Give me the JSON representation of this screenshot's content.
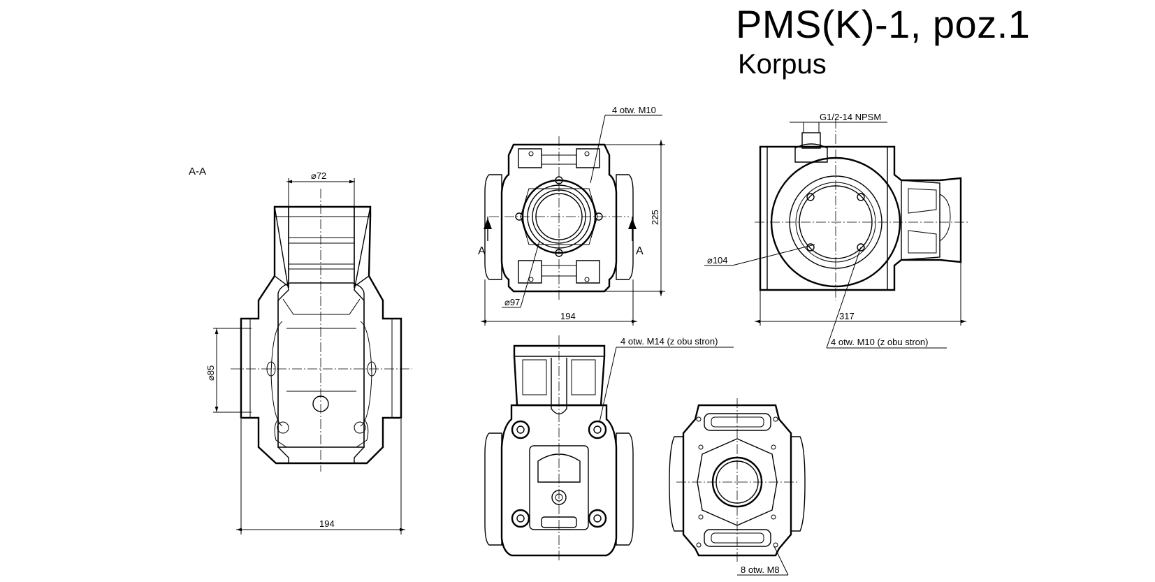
{
  "title": {
    "main": "PMS(K)-1, poz.1",
    "sub": "Korpus"
  },
  "section_label": "A-A",
  "section_markers": [
    "A",
    "A"
  ],
  "dimensions": {
    "section_width": "194",
    "section_diameter_top": "⌀72",
    "section_diameter_side": "⌀85",
    "front_width": "194",
    "front_height": "225",
    "front_diameter": "⌀97",
    "side_width": "317",
    "side_diameter": "⌀104"
  },
  "callouts": {
    "front_holes": "4 otw. M10",
    "side_thread": "G1/2-14 NPSM",
    "side_holes": "4 otw. M10 (z obu stron)",
    "bottom_holes": "4 otw. M14 (z obu stron)",
    "right_holes": "8 otw. M8"
  }
}
